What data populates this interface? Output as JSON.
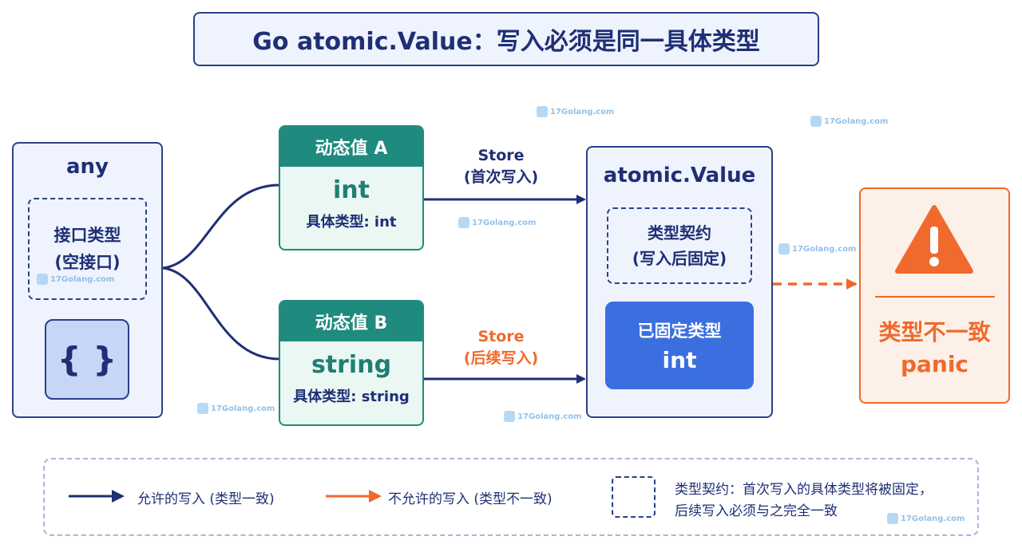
{
  "title": "Go atomic.Value：写入必须是同一具体类型",
  "any_box": {
    "title": "any",
    "inner_line1": "接口类型",
    "inner_line2": "(空接口)",
    "braces": "{ }"
  },
  "value_a": {
    "header": "动态值 A",
    "type": "int",
    "sub": "具体类型: int"
  },
  "value_b": {
    "header": "动态值 B",
    "type": "string",
    "sub": "具体类型: string"
  },
  "edge_a": {
    "line1": "Store",
    "line2": "(首次写入)"
  },
  "edge_b": {
    "line1": "Store",
    "line2": "(后续写入)"
  },
  "atomic": {
    "title": "atomic.Value",
    "contract_line1": "类型契约",
    "contract_line2": "(写入后固定)",
    "fixed_line1": "已固定类型",
    "fixed_line2": "int"
  },
  "panic_box": {
    "line1": "类型不一致",
    "line2": "panic",
    "icon": "warning-icon"
  },
  "legend": {
    "allowed": "允许的写入 (类型一致)",
    "disallowed": "不允许的写入 (类型不一致)",
    "contract_line1": "类型契约：首次写入的具体类型将被固定，",
    "contract_line2": "后续写入必须与之完全一致"
  },
  "watermark": "17Golang.com",
  "colors": {
    "navy": "#1f2f75",
    "teal": "#1f8a7e",
    "orange": "#ef6a2c",
    "blue": "#3b6fe0"
  }
}
